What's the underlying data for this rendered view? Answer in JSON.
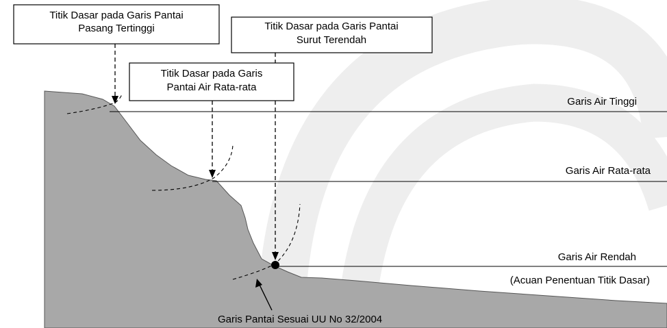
{
  "callouts": {
    "high_point": {
      "line1": "Titik Dasar  pada Garis Pantai",
      "line2": "Pasang Tertinggi"
    },
    "low_point": {
      "line1": "Titik Dasar pada Garis Pantai",
      "line2": "Surut Terendah"
    },
    "mean_point": {
      "line1": "Titik Dasar pada Garis",
      "line2": "Pantai Air Rata-rata"
    }
  },
  "water_lines": {
    "high": "Garis Air  Tinggi",
    "mean": "Garis Air Rata-rata",
    "low": "Garis Air Rendah",
    "low_note": "(Acuan Penentuan Titik Dasar)"
  },
  "coastline_label": "Garis Pantai Sesuai UU No 32/2004",
  "colors": {
    "land": "#a8a8a8",
    "watermark": "#ececec",
    "line": "#000000"
  }
}
